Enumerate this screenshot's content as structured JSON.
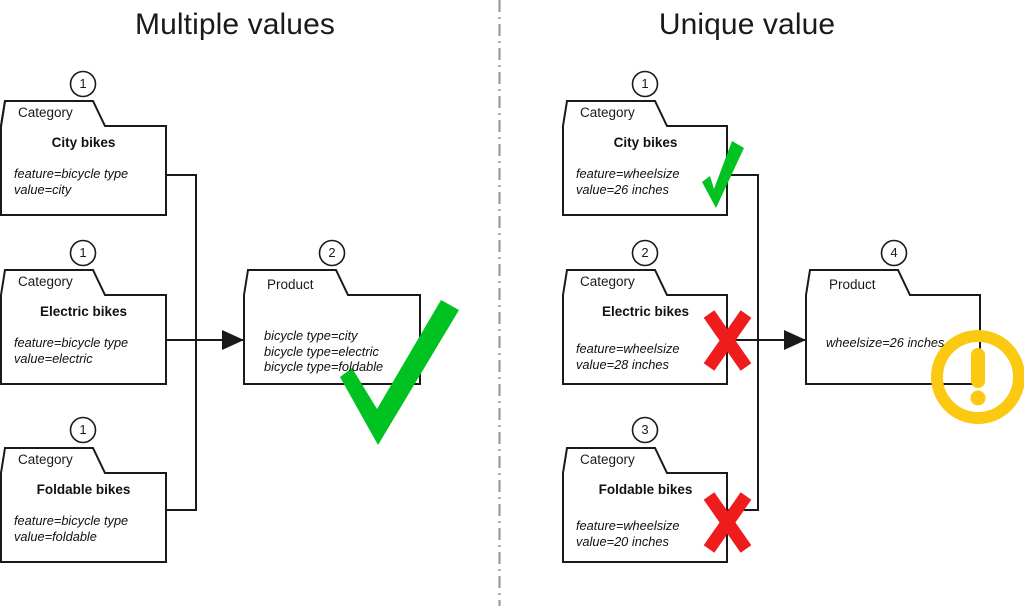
{
  "panels": [
    {
      "id": "multiple-values",
      "title": "Multiple values",
      "verdict_icon": "green-check-icon",
      "verdict_color": "#00C220",
      "cards": [
        {
          "badge": "1",
          "tab": "Category",
          "title": "City bikes",
          "lines": [
            "feature=bicycle type",
            "value=city"
          ],
          "mark": ""
        },
        {
          "badge": "1",
          "tab": "Category",
          "title": "Electric bikes",
          "lines": [
            "feature=bicycle type",
            "value=electric"
          ],
          "mark": ""
        },
        {
          "badge": "1",
          "tab": "Category",
          "title": "Foldable bikes",
          "lines": [
            "feature=bicycle type",
            "value=foldable"
          ],
          "mark": ""
        }
      ],
      "result_card": {
        "badge": "2",
        "tab": "Product",
        "title": "",
        "lines": [
          "bicycle type=city",
          "bicycle type=electric",
          "bicycle type=foldable"
        ]
      }
    },
    {
      "id": "unique-value",
      "title": "Unique value",
      "verdict_icon": "warning-circle-icon",
      "verdict_color": "#FBC812",
      "cards": [
        {
          "badge": "1",
          "tab": "Category",
          "title": "City bikes",
          "lines": [
            "feature=wheelsize",
            "value=26 inches"
          ],
          "mark": "check"
        },
        {
          "badge": "2",
          "tab": "Category",
          "title": "Electric bikes",
          "lines": [
            "feature=wheelsize",
            "value=28 inches"
          ],
          "mark": "cross"
        },
        {
          "badge": "3",
          "tab": "Category",
          "title": "Foldable bikes",
          "lines": [
            "feature=wheelsize",
            "value=20 inches"
          ],
          "mark": "cross"
        }
      ],
      "result_card": {
        "badge": "4",
        "tab": "Product",
        "title": "",
        "lines": [
          "wheelsize=26 inches"
        ]
      }
    }
  ],
  "colors": {
    "stroke": "#1a1a1a",
    "green": "#00C220",
    "red": "#EE1C1C",
    "amber": "#FBC812",
    "divider": "#9a9a9a",
    "background": "#ffffff"
  },
  "divider": {
    "name": "panel-divider",
    "style": "dash-dot-vertical"
  }
}
